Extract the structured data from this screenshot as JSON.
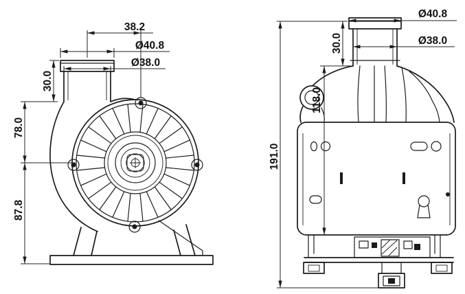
{
  "drawing": {
    "type": "technical-dimension-drawing",
    "subject": "pump",
    "line_color": "#1b1b1b",
    "background": "#ffffff",
    "front_view": {
      "dim_offset": "38.2",
      "dim_outer_dia": "Ø40.8",
      "dim_inner_dia": "Ø38.0",
      "dim_port_height": "30.0",
      "dim_upper_height": "78.0",
      "dim_lower_height": "87.8"
    },
    "side_view": {
      "dim_outer_dia": "Ø40.8",
      "dim_inner_dia": "Ø38.0",
      "dim_port_height": "30.0",
      "dim_body_height": "118.0",
      "dim_total_height": "191.0"
    }
  }
}
